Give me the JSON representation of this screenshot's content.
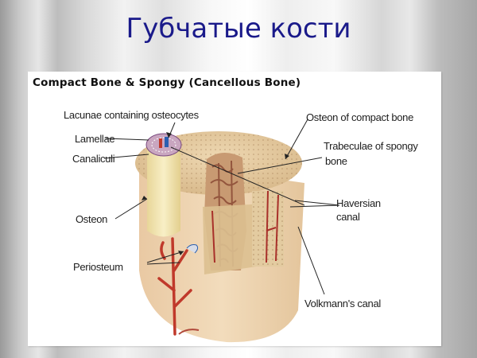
{
  "slide": {
    "title": "Губчатые кости",
    "title_color": "#1a1a8a"
  },
  "diagram": {
    "title": "Compact Bone & Spongy (Cancellous Bone)",
    "labels": {
      "lacunae": "Lacunae containing osteocytes",
      "lamellae": "Lamellae",
      "canaliculi": "Canaliculi",
      "osteon": "Osteon",
      "periosteum": "Periosteum",
      "osteon_compact": "Osteon of compact bone",
      "trabeculae_line1": "Trabeculae of spongy",
      "trabeculae_line2": "bone",
      "haversian_line1": "Haversian",
      "haversian_line2": "canal",
      "volkmann": "Volkmann's canal"
    },
    "colors": {
      "bone": "#e8cfa6",
      "bone_dark": "#d4b385",
      "spongy": "#a86a4a",
      "vessel_red": "#c0392b",
      "vessel_blue": "#2a5fb0",
      "osteon_yellow": "#f3e6b0"
    }
  }
}
